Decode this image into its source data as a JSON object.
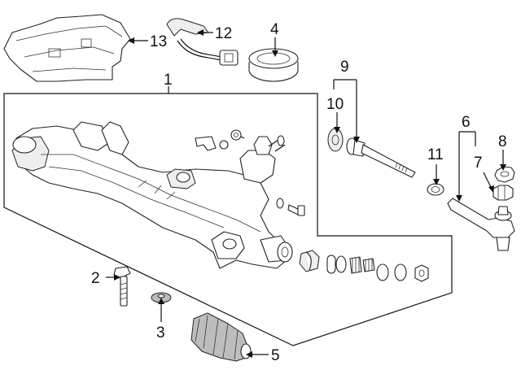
{
  "callouts": {
    "c1": "1",
    "c2": "2",
    "c3": "3",
    "c4": "4",
    "c5": "5",
    "c6": "6",
    "c7": "7",
    "c8": "8",
    "c9": "9",
    "c10": "10",
    "c11": "11",
    "c12": "12",
    "c13": "13"
  },
  "colors": {
    "line": "#111111",
    "fill": "#ffffff",
    "shade": "#bdbdbd"
  }
}
